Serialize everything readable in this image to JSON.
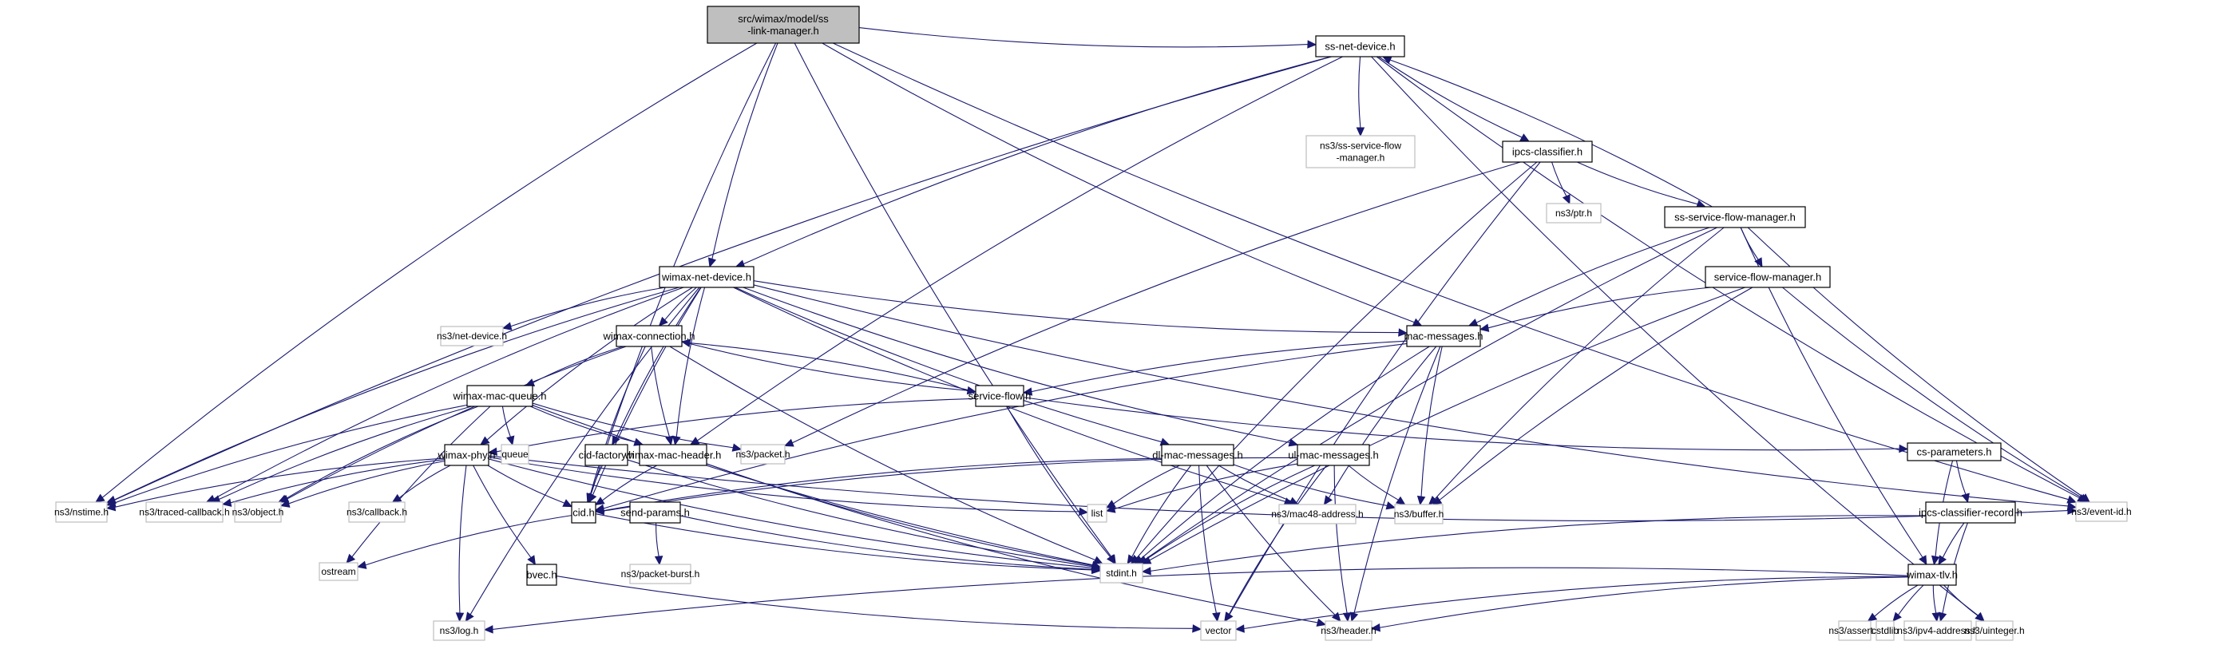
{
  "title": "Include dependency graph for src/wimax/model/ss-link-manager.h",
  "colors": {
    "edge": "#191970",
    "root_fill": "#bfbfbf",
    "node_border": "#000000",
    "external_border": "#bfbfbf"
  },
  "nodes": [
    {
      "id": "root",
      "label": [
        "src/wimax/model/ss",
        "-link-manager.h"
      ],
      "kind": "root"
    },
    {
      "id": "ss_net_device",
      "label": [
        "ss-net-device.h"
      ],
      "kind": "local"
    },
    {
      "id": "ns3_ss_sfm",
      "label": [
        "ns3/ss-service-flow",
        "-manager.h"
      ],
      "kind": "external"
    },
    {
      "id": "ipcs_classifier",
      "label": [
        "ipcs-classifier.h"
      ],
      "kind": "local"
    },
    {
      "id": "ns3_ptr",
      "label": [
        "ns3/ptr.h"
      ],
      "kind": "external"
    },
    {
      "id": "ss_sfm",
      "label": [
        "ss-service-flow-manager.h"
      ],
      "kind": "local"
    },
    {
      "id": "sfm",
      "label": [
        "service-flow-manager.h"
      ],
      "kind": "local"
    },
    {
      "id": "wimax_net_device",
      "label": [
        "wimax-net-device.h"
      ],
      "kind": "local"
    },
    {
      "id": "mac_messages",
      "label": [
        "mac-messages.h"
      ],
      "kind": "local"
    },
    {
      "id": "ns3_net_device",
      "label": [
        "ns3/net-device.h"
      ],
      "kind": "external"
    },
    {
      "id": "wimax_connection",
      "label": [
        "wimax-connection.h"
      ],
      "kind": "local"
    },
    {
      "id": "service_flow",
      "label": [
        "service-flow.h"
      ],
      "kind": "local"
    },
    {
      "id": "wimax_mac_queue",
      "label": [
        "wimax-mac-queue.h"
      ],
      "kind": "local"
    },
    {
      "id": "cid_factory",
      "label": [
        "cid-factory.h"
      ],
      "kind": "local"
    },
    {
      "id": "wimax_mac_header",
      "label": [
        "wimax-mac-header.h"
      ],
      "kind": "local"
    },
    {
      "id": "ns3_packet",
      "label": [
        "ns3/packet.h"
      ],
      "kind": "external"
    },
    {
      "id": "cs_parameters",
      "label": [
        "cs-parameters.h"
      ],
      "kind": "local"
    },
    {
      "id": "wimax_phy",
      "label": [
        "wimax-phy.h"
      ],
      "kind": "local"
    },
    {
      "id": "queue",
      "label": [
        "queue"
      ],
      "kind": "external"
    },
    {
      "id": "dl_mac_messages",
      "label": [
        "dl-mac-messages.h"
      ],
      "kind": "local"
    },
    {
      "id": "ul_mac_messages",
      "label": [
        "ul-mac-messages.h"
      ],
      "kind": "local"
    },
    {
      "id": "ns3_nstime",
      "label": [
        "ns3/nstime.h"
      ],
      "kind": "external"
    },
    {
      "id": "ns3_traced_callback",
      "label": [
        "ns3/traced-callback.h"
      ],
      "kind": "external"
    },
    {
      "id": "ns3_object",
      "label": [
        "ns3/object.h"
      ],
      "kind": "external"
    },
    {
      "id": "ns3_callback",
      "label": [
        "ns3/callback.h"
      ],
      "kind": "external"
    },
    {
      "id": "cid",
      "label": [
        "cid.h"
      ],
      "kind": "local"
    },
    {
      "id": "send_params",
      "label": [
        "send-params.h"
      ],
      "kind": "local"
    },
    {
      "id": "list",
      "label": [
        "list"
      ],
      "kind": "external"
    },
    {
      "id": "ns3_mac48",
      "label": [
        "ns3/mac48-address.h"
      ],
      "kind": "external"
    },
    {
      "id": "ns3_buffer",
      "label": [
        "ns3/buffer.h"
      ],
      "kind": "external"
    },
    {
      "id": "ipcs_classifier_record",
      "label": [
        "ipcs-classifier-record.h"
      ],
      "kind": "local"
    },
    {
      "id": "ns3_event_id",
      "label": [
        "ns3/event-id.h"
      ],
      "kind": "external"
    },
    {
      "id": "ostream",
      "label": [
        "ostream"
      ],
      "kind": "external"
    },
    {
      "id": "stdint",
      "label": [
        "stdint.h"
      ],
      "kind": "external"
    },
    {
      "id": "bvec",
      "label": [
        "bvec.h"
      ],
      "kind": "local"
    },
    {
      "id": "ns3_packet_burst",
      "label": [
        "ns3/packet-burst.h"
      ],
      "kind": "external"
    },
    {
      "id": "wimax_tlv",
      "label": [
        "wimax-tlv.h"
      ],
      "kind": "local"
    },
    {
      "id": "ns3_log",
      "label": [
        "ns3/log.h"
      ],
      "kind": "external"
    },
    {
      "id": "vector",
      "label": [
        "vector"
      ],
      "kind": "external"
    },
    {
      "id": "ns3_header",
      "label": [
        "ns3/header.h"
      ],
      "kind": "external"
    },
    {
      "id": "ns3_assert",
      "label": [
        "ns3/assert.h"
      ],
      "kind": "external"
    },
    {
      "id": "cstdlib",
      "label": [
        "cstdlib"
      ],
      "kind": "external"
    },
    {
      "id": "ns3_ipv4",
      "label": [
        "ns3/ipv4-address.h"
      ],
      "kind": "external"
    },
    {
      "id": "ns3_uinteger",
      "label": [
        "ns3/uinteger.h"
      ],
      "kind": "external"
    }
  ],
  "edges": [
    [
      "root",
      "ss_net_device"
    ],
    [
      "root",
      "wimax_net_device"
    ],
    [
      "root",
      "ns3_nstime"
    ],
    [
      "root",
      "cid"
    ],
    [
      "root",
      "mac_messages"
    ],
    [
      "root",
      "ns3_event_id"
    ],
    [
      "root",
      "stdint"
    ],
    [
      "ss_net_device",
      "ns3_ss_sfm"
    ],
    [
      "ss_net_device",
      "ipcs_classifier"
    ],
    [
      "ss_net_device",
      "wimax_net_device"
    ],
    [
      "ss_net_device",
      "ns3_nstime"
    ],
    [
      "ss_net_device",
      "wimax_mac_header"
    ],
    [
      "ss_net_device",
      "ns3_event_id"
    ],
    [
      "ss_net_device",
      "ns3_uinteger"
    ],
    [
      "ipcs_classifier",
      "ns3_ptr"
    ],
    [
      "ipcs_classifier",
      "ss_sfm"
    ],
    [
      "ipcs_classifier",
      "ns3_packet"
    ],
    [
      "ipcs_classifier",
      "stdint"
    ],
    [
      "ipcs_classifier",
      "vector"
    ],
    [
      "ss_sfm",
      "ss_net_device"
    ],
    [
      "ss_sfm",
      "sfm"
    ],
    [
      "ss_sfm",
      "mac_messages"
    ],
    [
      "ss_sfm",
      "ns3_buffer"
    ],
    [
      "ss_sfm",
      "stdint"
    ],
    [
      "ss_sfm",
      "ns3_event_id"
    ],
    [
      "ss_sfm",
      "wimax_tlv"
    ],
    [
      "sfm",
      "mac_messages"
    ],
    [
      "sfm",
      "ns3_buffer"
    ],
    [
      "sfm",
      "stdint"
    ],
    [
      "sfm",
      "ns3_event_id"
    ],
    [
      "wimax_net_device",
      "ns3_net_device"
    ],
    [
      "wimax_net_device",
      "wimax_connection"
    ],
    [
      "wimax_net_device",
      "mac_messages"
    ],
    [
      "wimax_net_device",
      "wimax_phy"
    ],
    [
      "wimax_net_device",
      "cid_factory"
    ],
    [
      "wimax_net_device",
      "wimax_mac_header"
    ],
    [
      "wimax_net_device",
      "dl_mac_messages"
    ],
    [
      "wimax_net_device",
      "ul_mac_messages"
    ],
    [
      "wimax_net_device",
      "ns3_nstime"
    ],
    [
      "wimax_net_device",
      "ns3_traced_callback"
    ],
    [
      "wimax_net_device",
      "ns3_log"
    ],
    [
      "wimax_net_device",
      "ns3_mac48"
    ],
    [
      "wimax_net_device",
      "ns3_event_id"
    ],
    [
      "wimax_net_device",
      "cid"
    ],
    [
      "mac_messages",
      "service_flow"
    ],
    [
      "mac_messages",
      "cid"
    ],
    [
      "mac_messages",
      "ns3_mac48"
    ],
    [
      "mac_messages",
      "ns3_buffer"
    ],
    [
      "mac_messages",
      "stdint"
    ],
    [
      "mac_messages",
      "ns3_header"
    ],
    [
      "wimax_connection",
      "wimax_mac_queue"
    ],
    [
      "wimax_connection",
      "service_flow"
    ],
    [
      "wimax_connection",
      "cid"
    ],
    [
      "wimax_connection",
      "wimax_mac_header"
    ],
    [
      "wimax_connection",
      "ns3_object"
    ],
    [
      "wimax_connection",
      "stdint"
    ],
    [
      "service_flow",
      "wimax_connection"
    ],
    [
      "service_flow",
      "wimax_phy"
    ],
    [
      "service_flow",
      "cs_parameters"
    ],
    [
      "service_flow",
      "stdint"
    ],
    [
      "wimax_mac_queue",
      "queue"
    ],
    [
      "wimax_mac_queue",
      "wimax_mac_header"
    ],
    [
      "wimax_mac_queue",
      "ns3_packet"
    ],
    [
      "wimax_mac_queue",
      "ns3_nstime"
    ],
    [
      "wimax_mac_queue",
      "ns3_traced_callback"
    ],
    [
      "wimax_mac_queue",
      "ns3_object"
    ],
    [
      "wimax_mac_queue",
      "ostream"
    ],
    [
      "wimax_mac_queue",
      "stdint"
    ],
    [
      "cid_factory",
      "cid"
    ],
    [
      "cid_factory",
      "stdint"
    ],
    [
      "wimax_mac_header",
      "cid"
    ],
    [
      "wimax_mac_header",
      "stdint"
    ],
    [
      "wimax_mac_header",
      "ns3_header"
    ],
    [
      "cs_parameters",
      "ipcs_classifier_record"
    ],
    [
      "cs_parameters",
      "wimax_tlv"
    ],
    [
      "wimax_phy",
      "ns3_nstime"
    ],
    [
      "wimax_phy",
      "ns3_traced_callback"
    ],
    [
      "wimax_phy",
      "ns3_object"
    ],
    [
      "wimax_phy",
      "ns3_callback"
    ],
    [
      "wimax_phy",
      "cid"
    ],
    [
      "wimax_phy",
      "bvec"
    ],
    [
      "wimax_phy",
      "ns3_log"
    ],
    [
      "wimax_phy",
      "list"
    ],
    [
      "wimax_phy",
      "stdint"
    ],
    [
      "wimax_phy",
      "ns3_event_id"
    ],
    [
      "dl_mac_messages",
      "cid"
    ],
    [
      "dl_mac_messages",
      "list"
    ],
    [
      "dl_mac_messages",
      "ns3_mac48"
    ],
    [
      "dl_mac_messages",
      "ns3_buffer"
    ],
    [
      "dl_mac_messages",
      "stdint"
    ],
    [
      "dl_mac_messages",
      "ns3_header"
    ],
    [
      "dl_mac_messages",
      "vector"
    ],
    [
      "ul_mac_messages",
      "cid"
    ],
    [
      "ul_mac_messages",
      "list"
    ],
    [
      "ul_mac_messages",
      "ns3_buffer"
    ],
    [
      "ul_mac_messages",
      "stdint"
    ],
    [
      "ul_mac_messages",
      "ns3_header"
    ],
    [
      "ul_mac_messages",
      "vector"
    ],
    [
      "cid",
      "ostream"
    ],
    [
      "cid",
      "stdint"
    ],
    [
      "send_params",
      "ns3_packet_burst"
    ],
    [
      "send_params",
      "stdint"
    ],
    [
      "bvec",
      "vector"
    ],
    [
      "ipcs_classifier_record",
      "wimax_tlv"
    ],
    [
      "ipcs_classifier_record",
      "ns3_ipv4"
    ],
    [
      "ipcs_classifier_record",
      "stdint"
    ],
    [
      "wimax_tlv",
      "ns3_log"
    ],
    [
      "wimax_tlv",
      "vector"
    ],
    [
      "wimax_tlv",
      "ns3_header"
    ],
    [
      "wimax_tlv",
      "ns3_assert"
    ],
    [
      "wimax_tlv",
      "cstdlib"
    ],
    [
      "wimax_tlv",
      "ns3_ipv4"
    ],
    [
      "wimax_tlv",
      "ns3_uinteger"
    ]
  ]
}
